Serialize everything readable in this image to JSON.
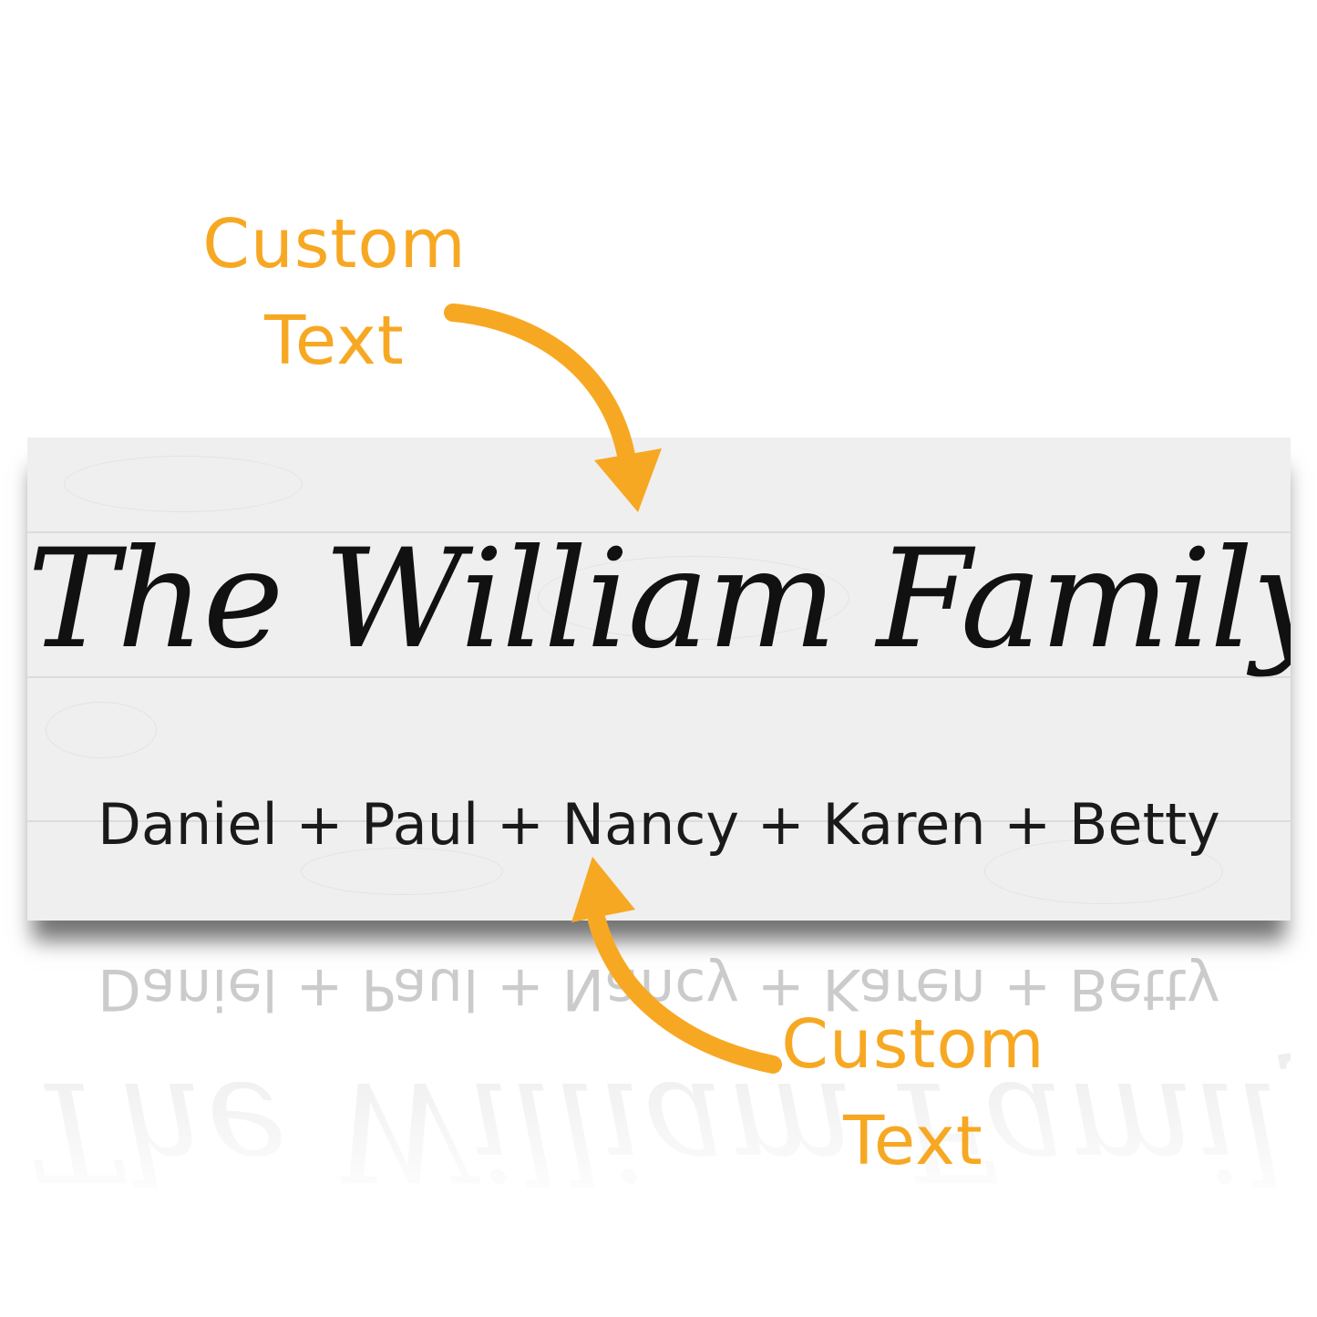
{
  "callouts": {
    "top": {
      "line1": "Custom",
      "line2": "Text"
    },
    "bottom": {
      "line1": "Custom",
      "line2": "Text"
    }
  },
  "sign": {
    "title": "The William Family",
    "names": "Daniel + Paul + Nancy + Karen + Betty"
  },
  "colors": {
    "accent": "#f7a823",
    "text": "#111111",
    "board": "#efefef"
  },
  "icons": {
    "top_arrow": "curved-arrow-down-icon",
    "bottom_arrow": "curved-arrow-up-icon"
  }
}
